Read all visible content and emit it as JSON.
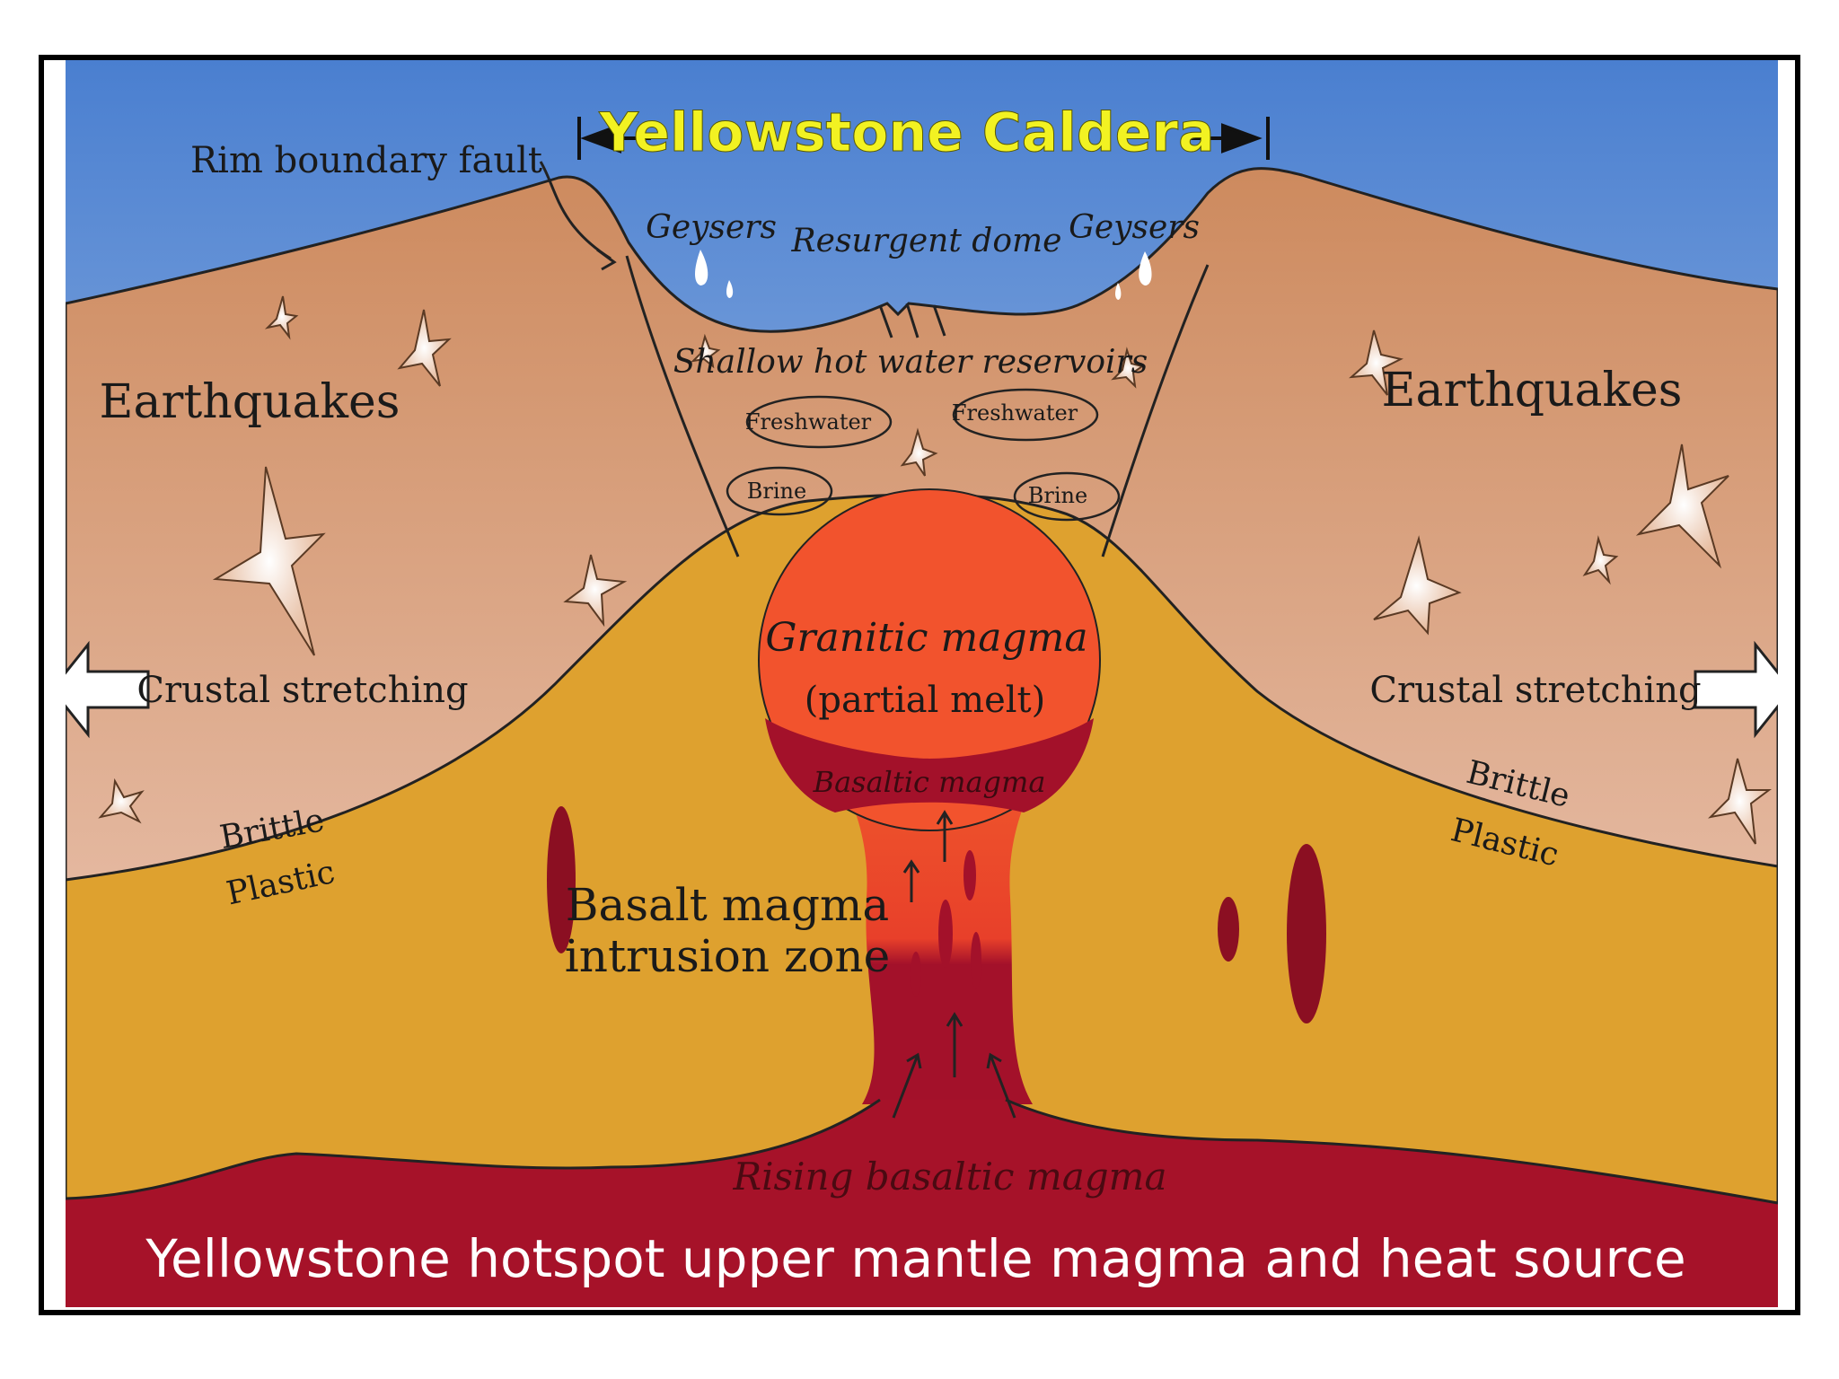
{
  "title": "Yellowstone Caldera",
  "labels": {
    "rim_fault": "Rim boundary fault",
    "geysers_left": "Geysers",
    "geysers_right": "Geysers",
    "resurgent_dome": "Resurgent dome",
    "shallow_reservoirs": "Shallow hot water reservoirs",
    "freshwater_left": "Freshwater",
    "freshwater_right": "Freshwater",
    "brine_left": "Brine",
    "brine_right": "Brine",
    "earthquakes_left": "Earthquakes",
    "earthquakes_right": "Earthquakes",
    "crustal_left": "Crustal stretching",
    "crustal_right": "Crustal stretching",
    "brittle_left": "Brittle",
    "plastic_left": "Plastic",
    "brittle_right": "Brittle",
    "plastic_right": "Plastic",
    "granitic": "Granitic magma",
    "partial_melt": "(partial melt)",
    "basaltic": "Basaltic magma",
    "intrusion_line1": "Basalt magma",
    "intrusion_line2": "intrusion zone",
    "rising": "Rising basaltic magma",
    "hotspot": "Yellowstone hotspot upper mantle magma and heat source"
  },
  "colors": {
    "sky_top": "#4a7fd0",
    "sky_bottom": "#d6e4f2",
    "crust_top": "#cd8a5e",
    "crust_bottom": "#f2d3c6",
    "plastic": "#dea12f",
    "granitic": "#f2532d",
    "basaltic_dark": "#a3112a",
    "mantle": "#a61229",
    "title_yellow": "#f2f222"
  }
}
